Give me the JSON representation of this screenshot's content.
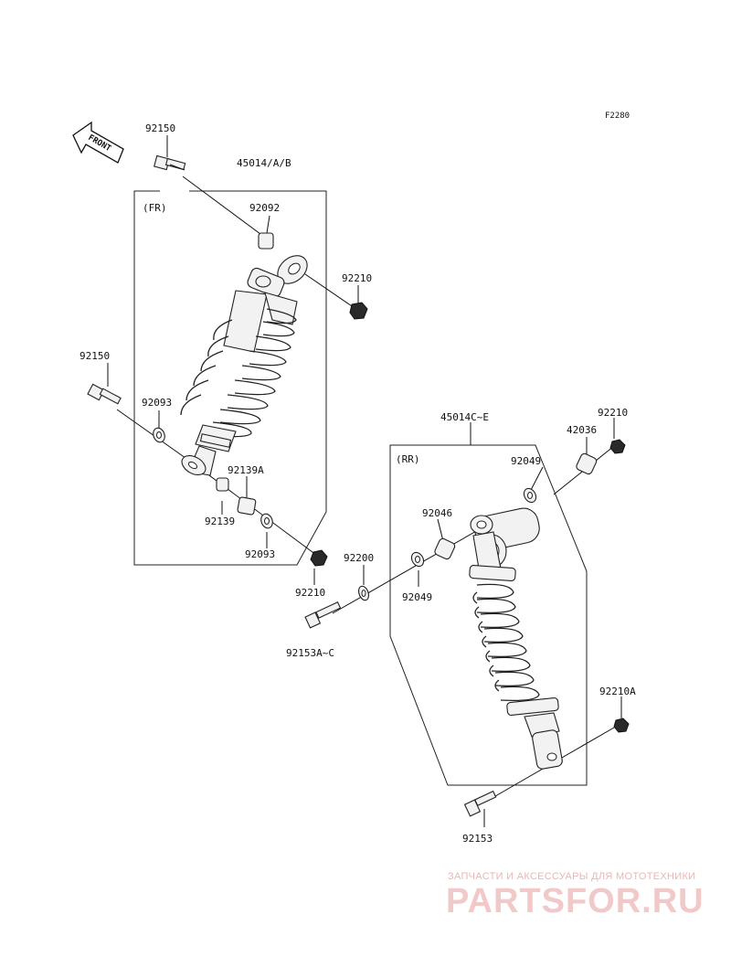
{
  "diagram_code": "F2280",
  "direction_arrow": "FRONT",
  "groups": {
    "front": {
      "assembly": "45014/A/B",
      "tag": "(FR)"
    },
    "rear": {
      "assembly": "45014C~E",
      "tag": "(RR)"
    }
  },
  "callouts": {
    "bolt_front_upper": "92150",
    "collar_front_upper": "92092",
    "nut_front_upper": "92210",
    "bolt_front_lower": "92150",
    "washer_front_lower_a": "92093",
    "collar_front_lower": "92139A",
    "bushing_front_lower": "92139",
    "washer_front_lower_b": "92093",
    "nut_front_lower": "92210",
    "washer_center": "92200",
    "bolt_center": "92153A~C",
    "nut_rear_top": "92210",
    "collar_rear_top": "42036",
    "seal_rear_top": "92049",
    "bearing_rear": "92046",
    "seal_rear_lower": "92049",
    "nut_rear_bottom": "92210A",
    "bolt_rear_bottom": "92153"
  },
  "watermark": {
    "caption": "ЗАПЧАСТИ И АКСЕССУАРЫ ДЛЯ МОТОТЕХНИКИ",
    "logo": "PARTSFOR.RU"
  }
}
